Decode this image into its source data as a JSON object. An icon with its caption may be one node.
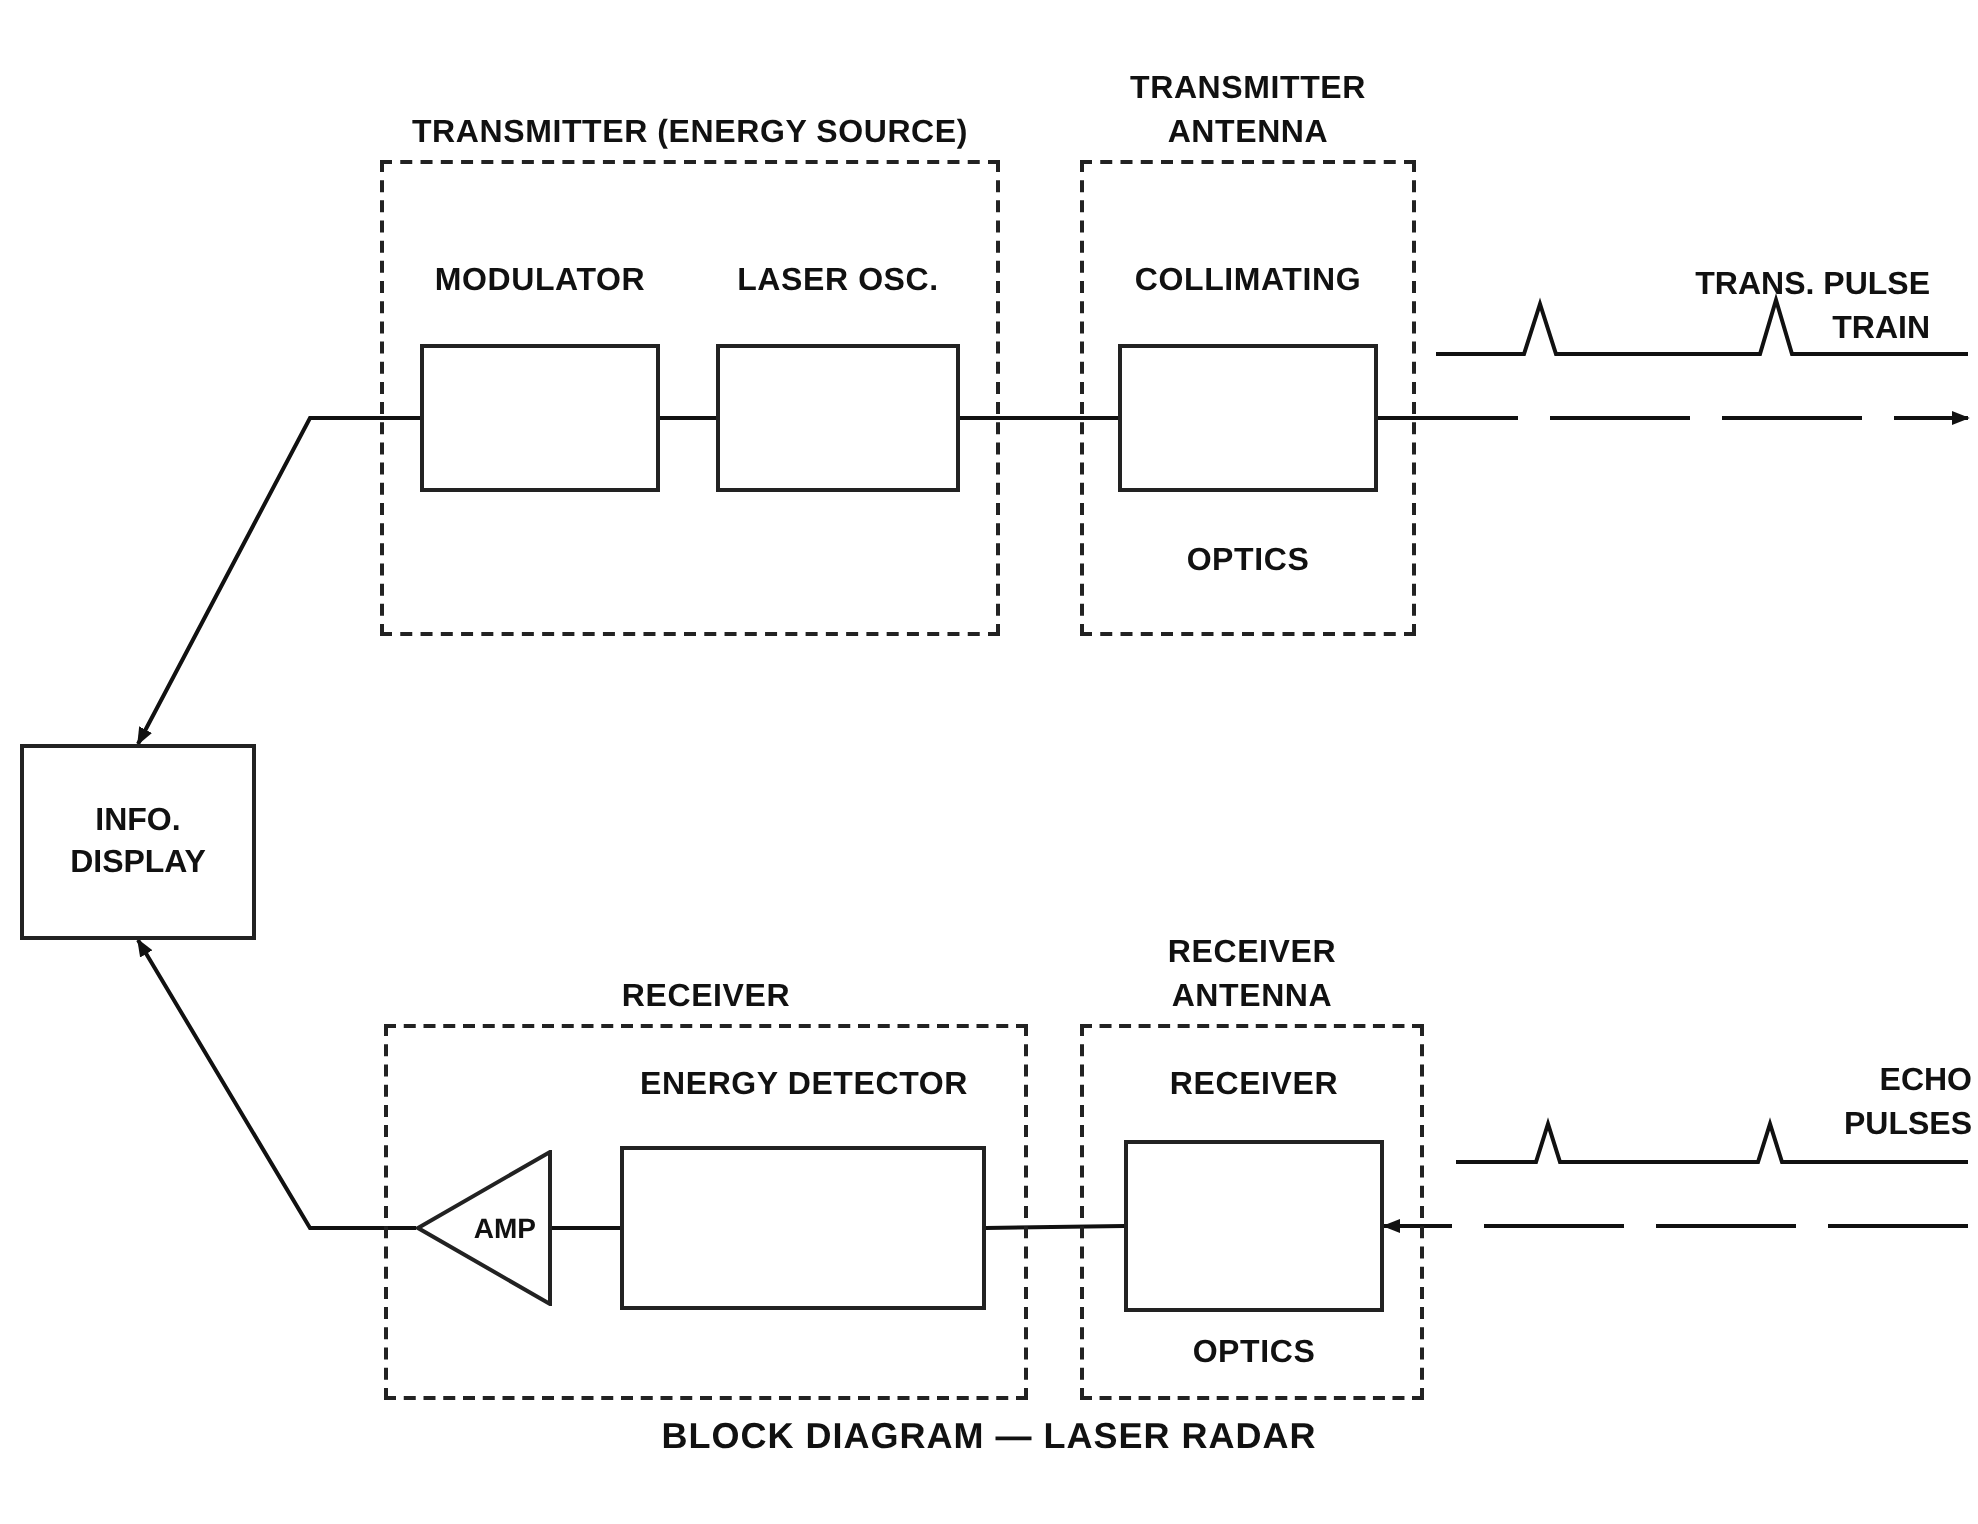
{
  "diagram": {
    "caption": "BLOCK DIAGRAM — LASER RADAR",
    "nodes": [
      {
        "text": [
          "TRANSMITTER (ENERGY SOURCE)"
        ]
      },
      {
        "text": [
          "MODULATOR"
        ],
        "in": 0
      },
      {
        "text": [
          "LASER OSC."
        ],
        "in": 0
      },
      {
        "text": [
          "TRANSMITTER ANTENNA"
        ]
      },
      {
        "text": [
          "COLLIMATING",
          "OPTICS"
        ],
        "in": 3
      },
      {
        "text": [
          "INFO. DISPLAY"
        ]
      },
      {
        "text": [
          "RECEIVER"
        ]
      },
      {
        "text": [
          "AMP"
        ],
        "in": 6
      },
      {
        "text": [
          "ENERGY DETECTOR"
        ],
        "in": 6
      },
      {
        "text": [
          "RECEIVER ANTENNA"
        ]
      },
      {
        "text": [
          "RECEIVER",
          "OPTICS"
        ],
        "in": 9
      }
    ],
    "edges": [
      {
        "from": 1,
        "to": 5,
        "arrow": "to"
      },
      {
        "from": 1,
        "to": 2,
        "arrow": "none"
      },
      {
        "from": 2,
        "to": 4,
        "arrow": "none"
      },
      {
        "from": 4,
        "to": null,
        "arrow": "to",
        "style": "dashed"
      },
      {
        "from": null,
        "to": 10,
        "arrow": "to",
        "style": "dashed"
      },
      {
        "from": 10,
        "to": 8,
        "arrow": "none"
      },
      {
        "from": 8,
        "to": 7,
        "arrow": "none"
      },
      {
        "from": 7,
        "to": 5,
        "arrow": "to"
      }
    ],
    "labels": [
      "TRANS. PULSE TRAIN",
      "ECHO PULSES"
    ]
  }
}
